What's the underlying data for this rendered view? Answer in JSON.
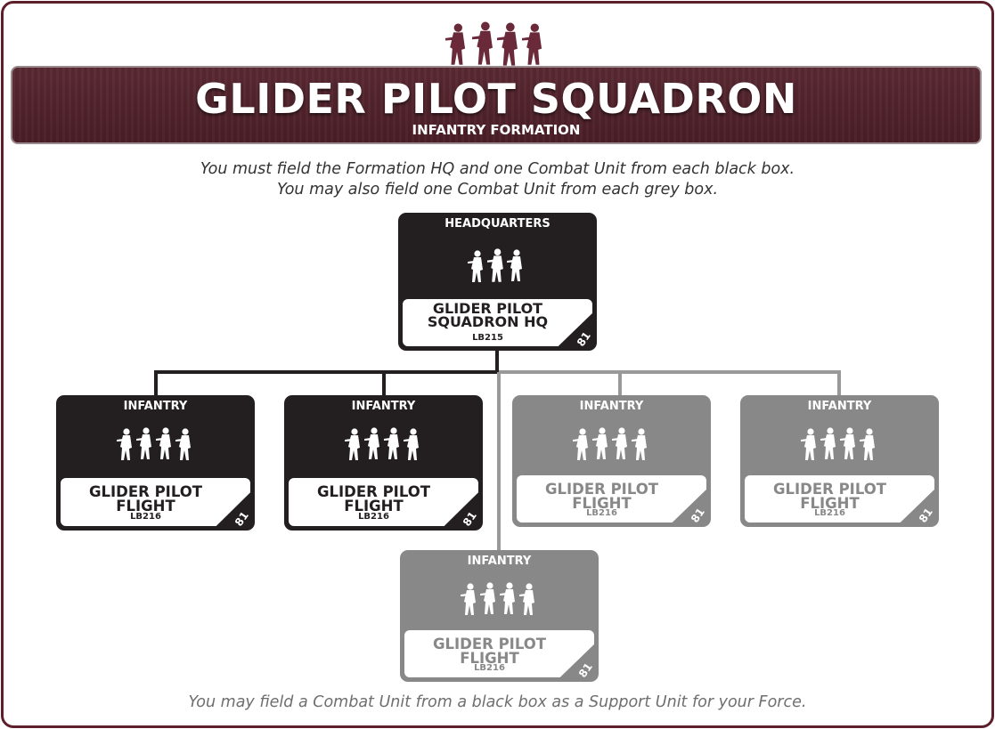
{
  "header": {
    "title": "GLIDER PILOT SQUADRON",
    "subtitle": "INFANTRY FORMATION"
  },
  "instructions": {
    "line1": "You must field the Formation HQ and one Combat Unit from each black box.",
    "line2": "You may also field one Combat Unit from each grey box."
  },
  "footer_note": "You may field a Combat Unit from a black box as a Support Unit for your Force.",
  "colors": {
    "banner": "#4f2028",
    "black_box": "#231f20",
    "grey_box": "#888888",
    "frame": "#5c1f2b"
  },
  "headquarters": {
    "role": "HEADQUARTERS",
    "name_line1": "GLIDER PILOT",
    "name_line2": "SQUADRON HQ",
    "code": "LB215",
    "page": "81",
    "icon": "three-soldiers-icon"
  },
  "units": [
    {
      "role": "INFANTRY",
      "name": "GLIDER PILOT FLIGHT",
      "code": "LB216",
      "page": "81",
      "box": "black",
      "icon": "four-soldiers-icon"
    },
    {
      "role": "INFANTRY",
      "name": "GLIDER PILOT FLIGHT",
      "code": "LB216",
      "page": "81",
      "box": "black",
      "icon": "four-soldiers-icon"
    },
    {
      "role": "INFANTRY",
      "name": "GLIDER PILOT FLIGHT",
      "code": "LB216",
      "page": "81",
      "box": "grey",
      "icon": "four-soldiers-icon"
    },
    {
      "role": "INFANTRY",
      "name": "GLIDER PILOT FLIGHT",
      "code": "LB216",
      "page": "81",
      "box": "grey",
      "icon": "four-soldiers-icon"
    },
    {
      "role": "INFANTRY",
      "name": "GLIDER PILOT FLIGHT",
      "code": "LB216",
      "page": "81",
      "box": "grey",
      "icon": "four-soldiers-icon"
    }
  ]
}
